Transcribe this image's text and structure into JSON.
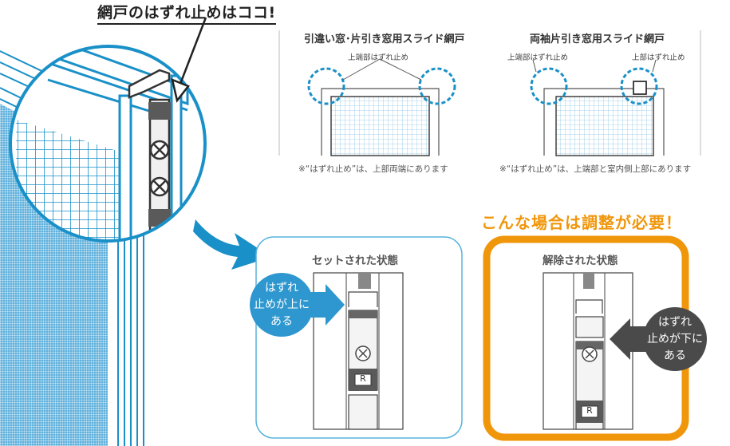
{
  "main_heading": "網戸のはずれ止めはココ!",
  "panels": [
    {
      "title": "引違い窓･片引き窓用スライド網戸",
      "callout": "上端部はずれ止め",
      "note": "※“はずれ止め”は、上部両端にあります"
    },
    {
      "title": "両袖片引き窓用スライド網戸",
      "callout_left": "上端部はずれ止め",
      "callout_right": "上部はずれ止め",
      "note": "※“はずれ止め”は、上端部と室内側上部にあります"
    }
  ],
  "warning": "こんな場合は調整が必要！",
  "states": {
    "set": {
      "title": "セットされた状態",
      "bubble": [
        "はずれ",
        "止めが上に",
        "ある"
      ],
      "badge": "R"
    },
    "released": {
      "title": "解除された状態",
      "bubble": [
        "はずれ",
        "止めが下に",
        "ある"
      ],
      "badge": "R"
    }
  },
  "colors": {
    "blue": "#1a90c8",
    "light_blue": "#5ab4dc",
    "mesh": "#8fc6e6",
    "orange": "#f0960a",
    "dark_gray": "#4a4a4a"
  }
}
